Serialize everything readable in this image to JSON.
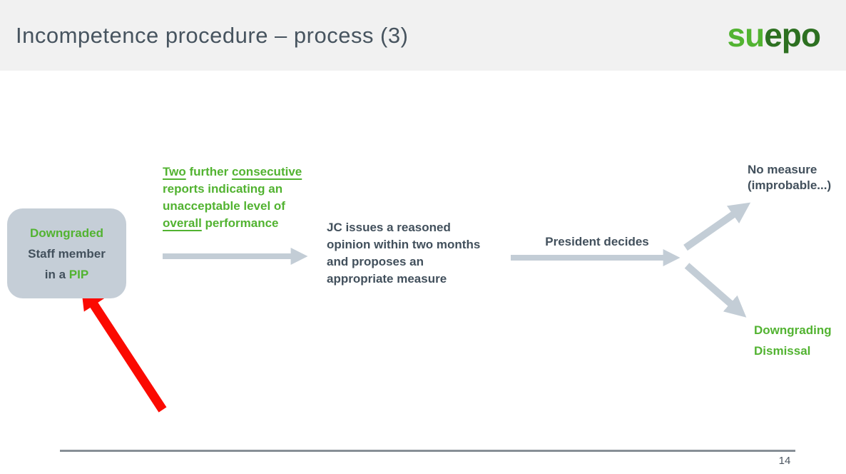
{
  "header": {
    "title": "Incompetence procedure – process (3)",
    "logo_part1": "su",
    "logo_part2": "epo"
  },
  "diagram": {
    "start_box": {
      "line1": "Downgraded",
      "line2": "Staff member",
      "line3_prefix": "in a ",
      "line3_highlight": "PIP"
    },
    "trigger": {
      "seg1": "Two",
      "seg2": " further ",
      "seg3": "consecutive",
      "seg4": " reports indicating an unacceptable level of ",
      "seg5": "overall",
      "seg6": " performance"
    },
    "jc_opinion": "JC issues a reasoned opinion within two months and proposes an appropriate measure",
    "president": "President decides",
    "outcome_top": {
      "line1": "No measure",
      "line2": "(improbable...)"
    },
    "outcome_bottom": {
      "line1": "Downgrading",
      "line2": "Dismissal"
    }
  },
  "footer": {
    "page_number": "14"
  },
  "colors": {
    "header_bg": "#f1f1f1",
    "title_text": "#47545f",
    "accent_green": "#52b331",
    "logo_dark_green": "#2d7021",
    "dark_text": "#42505c",
    "box_fill": "#c5ced7",
    "arrow_gray": "#c3cdd6",
    "red_arrow": "#fb0a01",
    "footer_line": "#878f96"
  }
}
